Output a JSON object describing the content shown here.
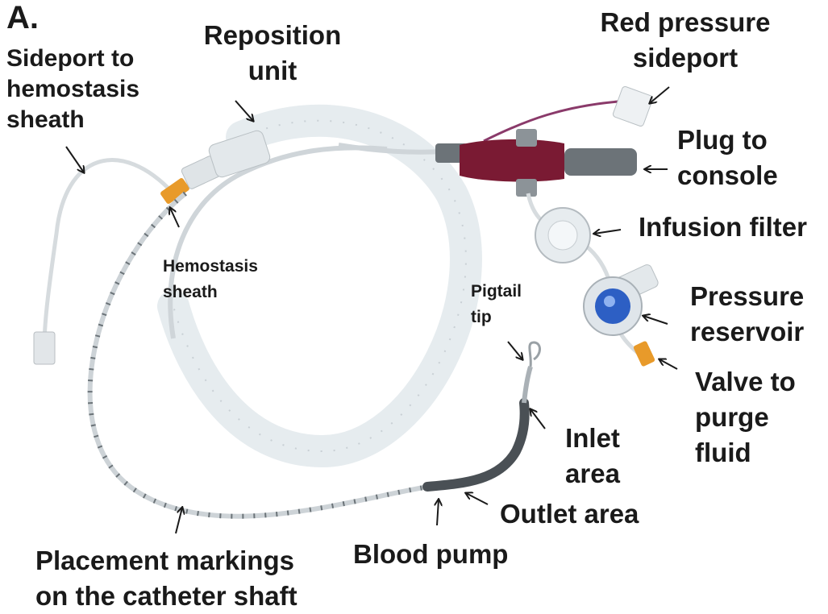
{
  "panel_letter": "A.",
  "labels": {
    "reposition_unit": [
      "Reposition",
      "unit"
    ],
    "sideport_hemostasis": [
      "Sideport to",
      "hemostasis",
      "sheath"
    ],
    "red_pressure_sideport": [
      "Red pressure",
      "sideport"
    ],
    "plug_to_console": [
      "Plug to",
      "console"
    ],
    "infusion_filter": "Infusion filter",
    "hemostasis_sheath": [
      "Hemostasis",
      "sheath"
    ],
    "pigtail_tip": [
      "Pigtail",
      "tip"
    ],
    "pressure_reservoir": [
      "Pressure",
      "reservoir"
    ],
    "valve_to_purge": [
      "Valve to",
      "purge",
      "fluid"
    ],
    "inlet_area": [
      "Inlet",
      "area"
    ],
    "outlet_area": "Outlet area",
    "blood_pump": "Blood pump",
    "placement_markings": [
      "Placement markings",
      "on the catheter shaft"
    ]
  },
  "colors": {
    "text": "#1a1a1a",
    "catheter": "#d9dde0",
    "loop": "#eef3f6",
    "plug_body": "#7a1a33",
    "connector_grey": "#6c7378",
    "sheath_orange": "#e89a2a",
    "reservoir_blue": "#2d5fc4",
    "red_line": "#8a3a6a"
  }
}
